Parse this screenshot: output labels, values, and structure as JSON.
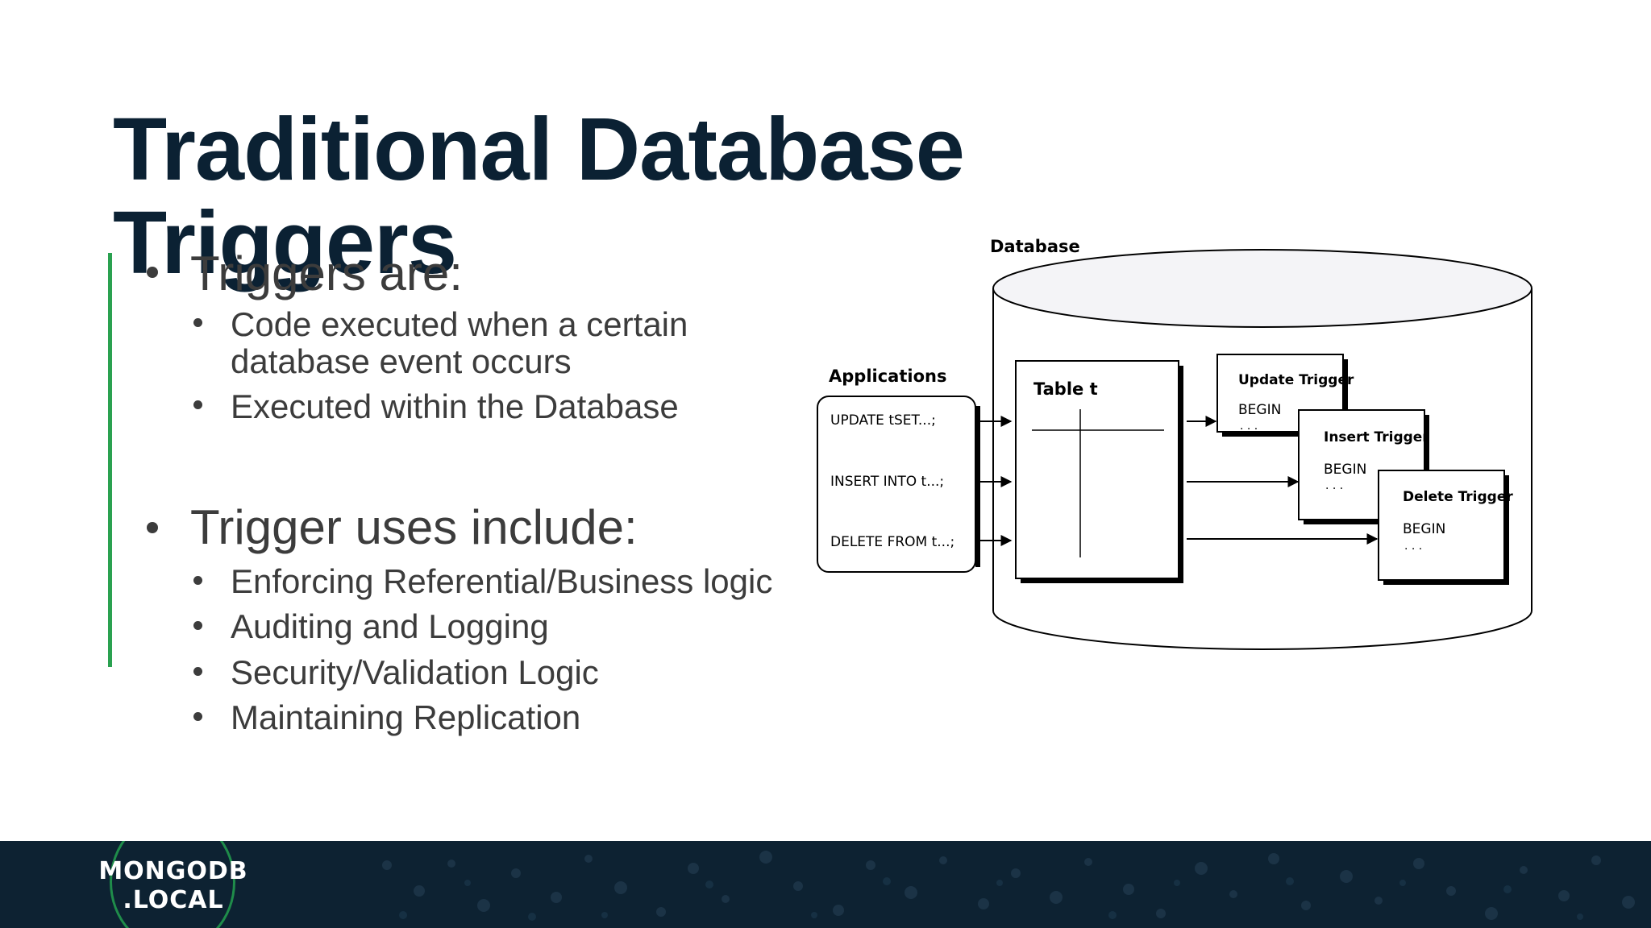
{
  "slide": {
    "title": "Traditional Database Triggers",
    "accent_color": "#2aa150"
  },
  "bullets": {
    "section1": {
      "heading": "Triggers are:",
      "items": [
        "Code executed when a certain",
        "database event occurs",
        "Executed within the Database"
      ]
    },
    "section2": {
      "heading": "Trigger uses include:",
      "items": [
        "Enforcing Referential/Business logic",
        "Auditing and Logging",
        "Security/Validation Logic",
        "Maintaining Replication"
      ]
    }
  },
  "diagram": {
    "database_label": "Database",
    "applications_label": "Applications",
    "statements": [
      "UPDATE tSET...;",
      "INSERT INTO t...;",
      "DELETE FROM t...;"
    ],
    "table_label": "Table t",
    "triggers": [
      {
        "name": "Update Trigger",
        "body": "BEGIN",
        "ellipsis": ". . ."
      },
      {
        "name": "Insert Trigger",
        "body": "BEGIN",
        "ellipsis": ". . ."
      },
      {
        "name": "Delete Trigger",
        "body": "BEGIN",
        "ellipsis": ". . ."
      }
    ]
  },
  "footer": {
    "logo_line1": "MONGODB",
    "logo_line2": ".LOCAL",
    "logo_icon": "leaf-icon",
    "background_color": "#0d2232",
    "leaf_color": "#1f8c4a"
  }
}
